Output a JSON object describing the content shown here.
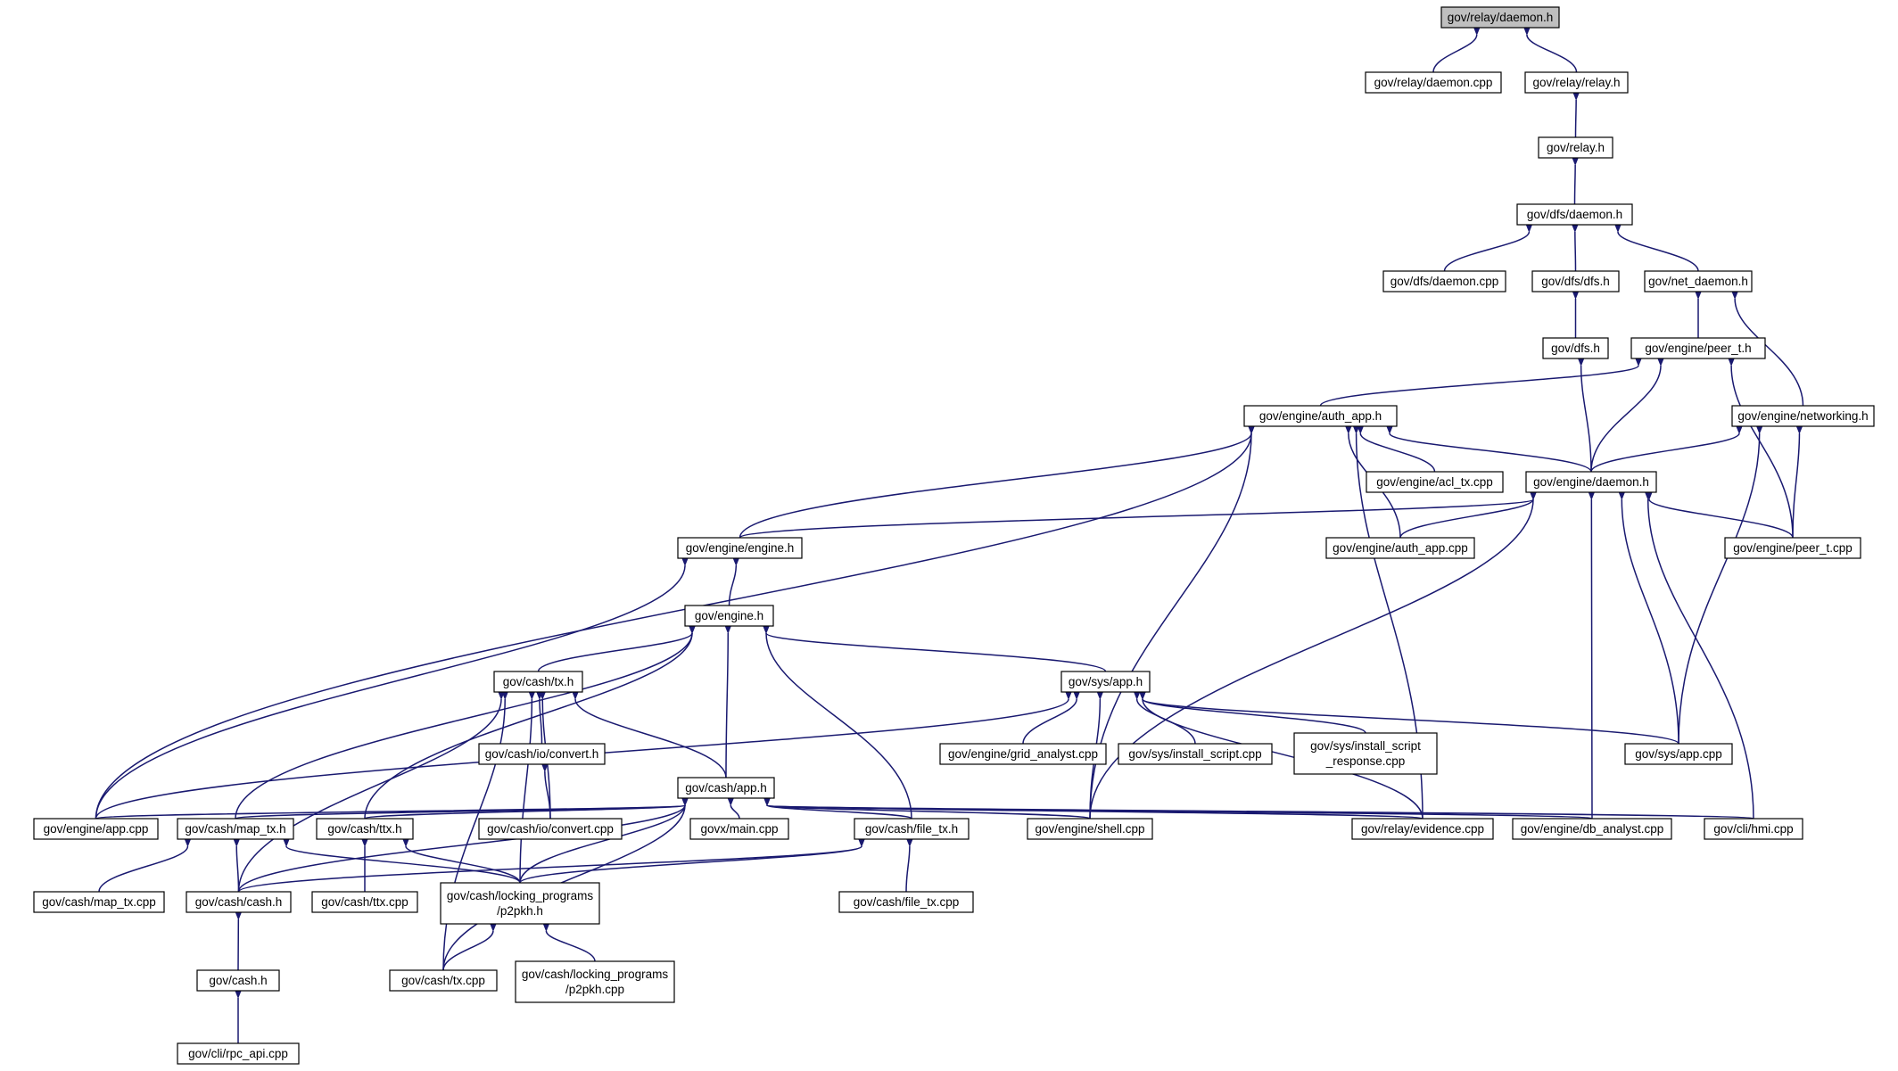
{
  "graph": {
    "edge_color": "#191970",
    "root_fill": "#bfbfbf",
    "nodes": [
      {
        "id": "relay_daemon_h",
        "lines": [
          "gov/relay/daemon.h"
        ],
        "root": true
      },
      {
        "id": "relay_daemon_cpp",
        "lines": [
          "gov/relay/daemon.cpp"
        ]
      },
      {
        "id": "relay_relay_h",
        "lines": [
          "gov/relay/relay.h"
        ]
      },
      {
        "id": "relay_h",
        "lines": [
          "gov/relay.h"
        ]
      },
      {
        "id": "dfs_daemon_h",
        "lines": [
          "gov/dfs/daemon.h"
        ]
      },
      {
        "id": "dfs_daemon_cpp",
        "lines": [
          "gov/dfs/daemon.cpp"
        ]
      },
      {
        "id": "dfs_dfs_h",
        "lines": [
          "gov/dfs/dfs.h"
        ]
      },
      {
        "id": "net_daemon_h",
        "lines": [
          "gov/net_daemon.h"
        ]
      },
      {
        "id": "dfs_h",
        "lines": [
          "gov/dfs.h"
        ]
      },
      {
        "id": "engine_peer_t_h",
        "lines": [
          "gov/engine/peer_t.h"
        ]
      },
      {
        "id": "engine_auth_app_h",
        "lines": [
          "gov/engine/auth_app.h"
        ]
      },
      {
        "id": "engine_networking_h",
        "lines": [
          "gov/engine/networking.h"
        ]
      },
      {
        "id": "engine_acl_tx_cpp",
        "lines": [
          "gov/engine/acl_tx.cpp"
        ]
      },
      {
        "id": "engine_daemon_h",
        "lines": [
          "gov/engine/daemon.h"
        ]
      },
      {
        "id": "engine_engine_h",
        "lines": [
          "gov/engine/engine.h"
        ]
      },
      {
        "id": "engine_auth_app_cpp",
        "lines": [
          "gov/engine/auth_app.cpp"
        ]
      },
      {
        "id": "engine_peer_t_cpp",
        "lines": [
          "gov/engine/peer_t.cpp"
        ]
      },
      {
        "id": "engine_h",
        "lines": [
          "gov/engine.h"
        ]
      },
      {
        "id": "cash_tx_h",
        "lines": [
          "gov/cash/tx.h"
        ]
      },
      {
        "id": "sys_app_h",
        "lines": [
          "gov/sys/app.h"
        ]
      },
      {
        "id": "cash_io_convert_h",
        "lines": [
          "gov/cash/io/convert.h"
        ]
      },
      {
        "id": "engine_grid_analyst_cpp",
        "lines": [
          "gov/engine/grid_analyst.cpp"
        ]
      },
      {
        "id": "sys_install_script_cpp",
        "lines": [
          "gov/sys/install_script.cpp"
        ]
      },
      {
        "id": "sys_install_script_response_cpp",
        "lines": [
          "gov/sys/install_script",
          "_response.cpp"
        ]
      },
      {
        "id": "sys_app_cpp",
        "lines": [
          "gov/sys/app.cpp"
        ]
      },
      {
        "id": "cash_app_h",
        "lines": [
          "gov/cash/app.h"
        ]
      },
      {
        "id": "engine_app_cpp",
        "lines": [
          "gov/engine/app.cpp"
        ]
      },
      {
        "id": "cash_map_tx_h",
        "lines": [
          "gov/cash/map_tx.h"
        ]
      },
      {
        "id": "cash_ttx_h",
        "lines": [
          "gov/cash/ttx.h"
        ]
      },
      {
        "id": "cash_io_convert_cpp",
        "lines": [
          "gov/cash/io/convert.cpp"
        ]
      },
      {
        "id": "govx_main_cpp",
        "lines": [
          "govx/main.cpp"
        ]
      },
      {
        "id": "cash_file_tx_h",
        "lines": [
          "gov/cash/file_tx.h"
        ]
      },
      {
        "id": "engine_shell_cpp",
        "lines": [
          "gov/engine/shell.cpp"
        ]
      },
      {
        "id": "relay_evidence_cpp",
        "lines": [
          "gov/relay/evidence.cpp"
        ]
      },
      {
        "id": "engine_db_analyst_cpp",
        "lines": [
          "gov/engine/db_analyst.cpp"
        ]
      },
      {
        "id": "cli_hmi_cpp",
        "lines": [
          "gov/cli/hmi.cpp"
        ]
      },
      {
        "id": "cash_map_tx_cpp",
        "lines": [
          "gov/cash/map_tx.cpp"
        ]
      },
      {
        "id": "cash_cash_h",
        "lines": [
          "gov/cash/cash.h"
        ]
      },
      {
        "id": "cash_ttx_cpp",
        "lines": [
          "gov/cash/ttx.cpp"
        ]
      },
      {
        "id": "cash_locking_programs_p2pkh_h",
        "lines": [
          "gov/cash/locking_programs",
          "/p2pkh.h"
        ]
      },
      {
        "id": "cash_file_tx_cpp",
        "lines": [
          "gov/cash/file_tx.cpp"
        ]
      },
      {
        "id": "cash_h",
        "lines": [
          "gov/cash.h"
        ]
      },
      {
        "id": "cash_tx_cpp",
        "lines": [
          "gov/cash/tx.cpp"
        ]
      },
      {
        "id": "cash_locking_programs_p2pkh_cpp",
        "lines": [
          "gov/cash/locking_programs",
          "/p2pkh.cpp"
        ]
      },
      {
        "id": "cli_rpc_api_cpp",
        "lines": [
          "gov/cli/rpc_api.cpp"
        ]
      }
    ],
    "edges": [
      [
        "relay_daemon_cpp",
        "relay_daemon_h"
      ],
      [
        "relay_relay_h",
        "relay_daemon_h"
      ],
      [
        "relay_h",
        "relay_relay_h"
      ],
      [
        "dfs_daemon_h",
        "relay_h"
      ],
      [
        "dfs_daemon_cpp",
        "dfs_daemon_h"
      ],
      [
        "dfs_dfs_h",
        "dfs_daemon_h"
      ],
      [
        "net_daemon_h",
        "dfs_daemon_h"
      ],
      [
        "dfs_h",
        "dfs_dfs_h"
      ],
      [
        "engine_peer_t_h",
        "net_daemon_h"
      ],
      [
        "engine_networking_h",
        "net_daemon_h"
      ],
      [
        "engine_auth_app_h",
        "engine_peer_t_h"
      ],
      [
        "engine_daemon_h",
        "engine_peer_t_h"
      ],
      [
        "engine_peer_t_cpp",
        "engine_peer_t_h"
      ],
      [
        "engine_daemon_h",
        "dfs_h"
      ],
      [
        "engine_daemon_h",
        "engine_networking_h"
      ],
      [
        "engine_peer_t_cpp",
        "engine_networking_h"
      ],
      [
        "sys_app_cpp",
        "engine_networking_h"
      ],
      [
        "engine_acl_tx_cpp",
        "engine_auth_app_h"
      ],
      [
        "engine_daemon_h",
        "engine_auth_app_h"
      ],
      [
        "engine_auth_app_cpp",
        "engine_auth_app_h"
      ],
      [
        "engine_engine_h",
        "engine_auth_app_h"
      ],
      [
        "engine_app_cpp",
        "engine_auth_app_h"
      ],
      [
        "engine_shell_cpp",
        "engine_auth_app_h"
      ],
      [
        "relay_evidence_cpp",
        "engine_auth_app_h"
      ],
      [
        "engine_engine_h",
        "engine_daemon_h"
      ],
      [
        "engine_auth_app_cpp",
        "engine_daemon_h"
      ],
      [
        "engine_peer_t_cpp",
        "engine_daemon_h"
      ],
      [
        "sys_app_cpp",
        "engine_daemon_h"
      ],
      [
        "cli_hmi_cpp",
        "engine_daemon_h"
      ],
      [
        "engine_db_analyst_cpp",
        "engine_daemon_h"
      ],
      [
        "engine_shell_cpp",
        "engine_daemon_h"
      ],
      [
        "engine_h",
        "engine_engine_h"
      ],
      [
        "engine_app_cpp",
        "engine_engine_h"
      ],
      [
        "cash_tx_h",
        "engine_h"
      ],
      [
        "sys_app_h",
        "engine_h"
      ],
      [
        "cash_app_h",
        "engine_h"
      ],
      [
        "cash_file_tx_h",
        "engine_h"
      ],
      [
        "cash_map_tx_h",
        "engine_h"
      ],
      [
        "cash_ttx_h",
        "engine_h"
      ],
      [
        "cash_io_convert_h",
        "cash_tx_h"
      ],
      [
        "cash_io_convert_cpp",
        "cash_tx_h"
      ],
      [
        "cash_app_h",
        "cash_tx_h"
      ],
      [
        "cash_cash_h",
        "cash_tx_h"
      ],
      [
        "cash_tx_cpp",
        "cash_tx_h"
      ],
      [
        "cash_locking_programs_p2pkh_h",
        "cash_tx_h"
      ],
      [
        "engine_grid_analyst_cpp",
        "sys_app_h"
      ],
      [
        "sys_install_script_cpp",
        "sys_app_h"
      ],
      [
        "sys_install_script_response_cpp",
        "sys_app_h"
      ],
      [
        "sys_app_cpp",
        "sys_app_h"
      ],
      [
        "engine_app_cpp",
        "sys_app_h"
      ],
      [
        "engine_shell_cpp",
        "sys_app_h"
      ],
      [
        "relay_evidence_cpp",
        "sys_app_h"
      ],
      [
        "cash_io_convert_cpp",
        "cash_io_convert_h"
      ],
      [
        "engine_app_cpp",
        "cash_app_h"
      ],
      [
        "cash_map_tx_h",
        "cash_app_h"
      ],
      [
        "cash_ttx_h",
        "cash_app_h"
      ],
      [
        "govx_main_cpp",
        "cash_app_h"
      ],
      [
        "cash_file_tx_h",
        "cash_app_h"
      ],
      [
        "engine_shell_cpp",
        "cash_app_h"
      ],
      [
        "relay_evidence_cpp",
        "cash_app_h"
      ],
      [
        "engine_db_analyst_cpp",
        "cash_app_h"
      ],
      [
        "cli_hmi_cpp",
        "cash_app_h"
      ],
      [
        "cash_cash_h",
        "cash_app_h"
      ],
      [
        "cash_locking_programs_p2pkh_h",
        "cash_app_h"
      ],
      [
        "cash_tx_cpp",
        "cash_app_h"
      ],
      [
        "cash_map_tx_cpp",
        "cash_map_tx_h"
      ],
      [
        "cash_cash_h",
        "cash_map_tx_h"
      ],
      [
        "cash_locking_programs_p2pkh_h",
        "cash_map_tx_h"
      ],
      [
        "cash_ttx_cpp",
        "cash_ttx_h"
      ],
      [
        "cash_locking_programs_p2pkh_h",
        "cash_ttx_h"
      ],
      [
        "cash_cash_h",
        "cash_file_tx_h"
      ],
      [
        "cash_locking_programs_p2pkh_h",
        "cash_file_tx_h"
      ],
      [
        "cash_file_tx_cpp",
        "cash_file_tx_h"
      ],
      [
        "cash_h",
        "cash_cash_h"
      ],
      [
        "cli_rpc_api_cpp",
        "cash_h"
      ],
      [
        "cash_tx_cpp",
        "cash_locking_programs_p2pkh_h"
      ],
      [
        "cash_locking_programs_p2pkh_cpp",
        "cash_locking_programs_p2pkh_h"
      ]
    ]
  }
}
